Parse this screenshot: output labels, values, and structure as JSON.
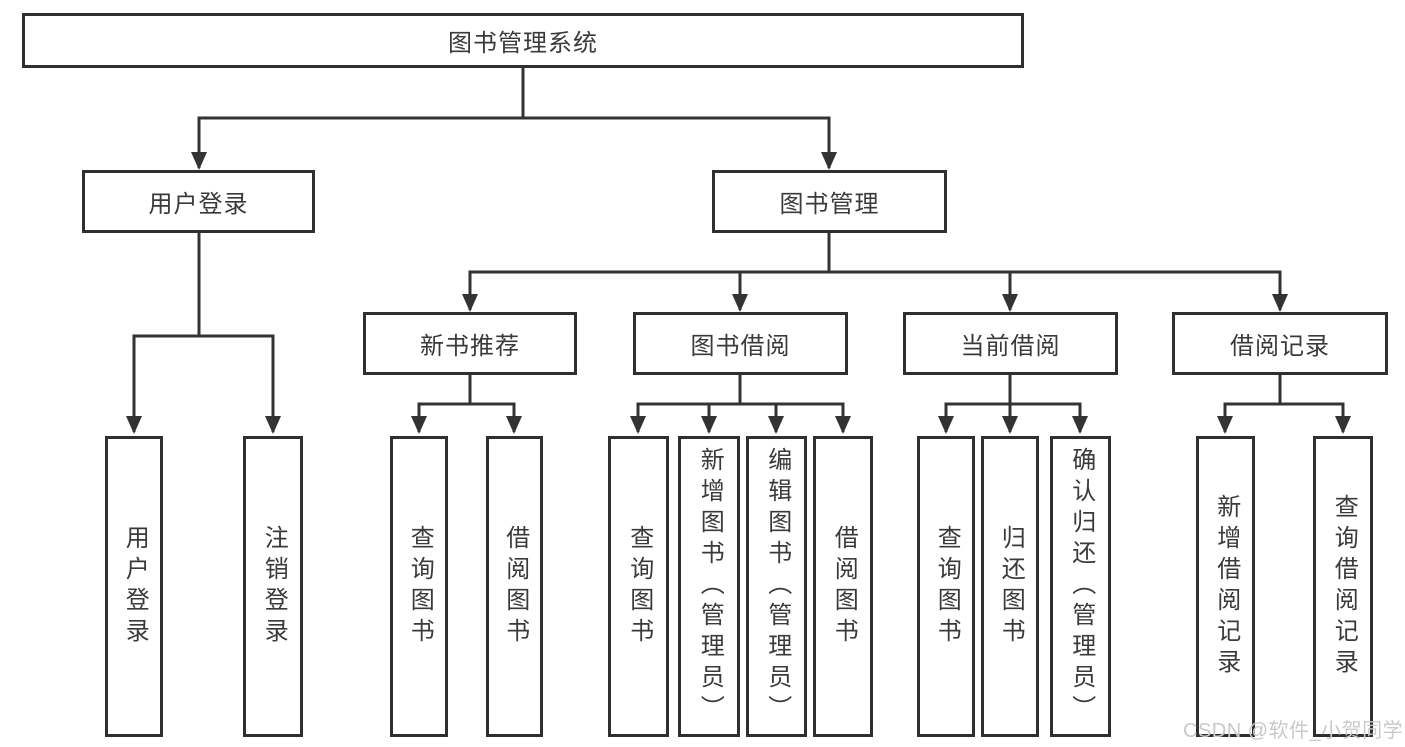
{
  "diagram": {
    "root": {
      "label": "图书管理系统"
    },
    "branches": {
      "user_login": {
        "label": "用户登录",
        "leaves": [
          "用户登录",
          "注销登录"
        ]
      },
      "book_management": {
        "label": "图书管理"
      }
    },
    "sections": [
      {
        "label": "新书推荐",
        "leaves": [
          "查询图书",
          "借阅图书"
        ]
      },
      {
        "label": "图书借阅",
        "leaves": [
          "查询图书",
          "新增图书（管理员）",
          "编辑图书（管理员）",
          "借阅图书"
        ]
      },
      {
        "label": "当前借阅",
        "leaves": [
          "查询图书",
          "归还图书",
          "确认归还（管理员）"
        ]
      },
      {
        "label": "借阅记录",
        "leaves": [
          "新增借阅记录",
          "查询借阅记录"
        ]
      }
    ]
  },
  "watermark": {
    "text": "CSDN @软件_小贺同学"
  },
  "colors": {
    "line": "#333333",
    "text": "#3a3a3a",
    "background": "#ffffff",
    "watermark": "#c9c9c9"
  }
}
